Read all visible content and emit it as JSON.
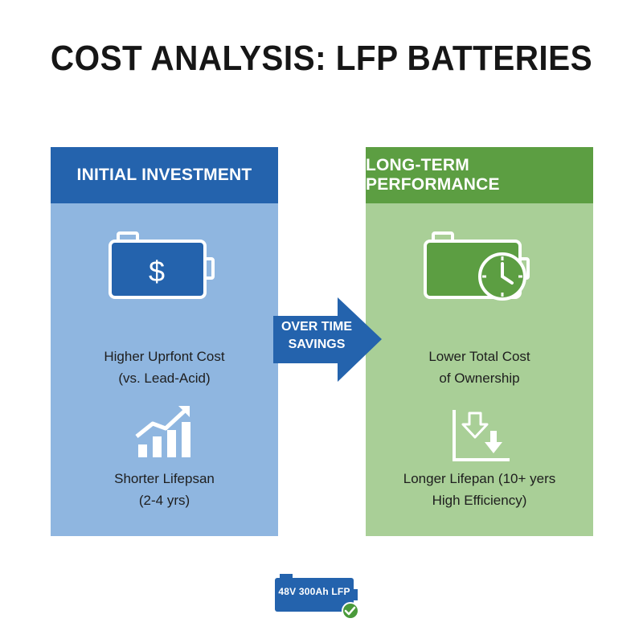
{
  "title": "COST ANALYSIS: LFP BATTERIES",
  "left_panel": {
    "heading": "INITIAL INVESTMENT",
    "icon_top": "battery-dollar-icon",
    "text_top": [
      "Higher Uprfont Cost",
      "(vs. Lead-Acid)"
    ],
    "icon_bottom": "rising-bar-chart-icon",
    "text_bottom": [
      "Shorter Lifepsan",
      "(2-4 yrs)"
    ]
  },
  "right_panel": {
    "heading": "LONG-TERM PERFORMANCE",
    "icon_top": "battery-clock-icon",
    "text_top": [
      "Lower Total Cost",
      "of Ownership"
    ],
    "icon_bottom": "falling-chart-icon",
    "text_bottom": [
      "Longer Lifepan (10+ yers",
      "High Efficiency)"
    ]
  },
  "arrow": {
    "lines": [
      "OVER TIME",
      "SAVINGS"
    ]
  },
  "badge": {
    "label": "48V 300Ah LFP",
    "icon": "check-circle-icon"
  },
  "colors": {
    "blue_dark": "#2463ad",
    "blue_light": "#8fb6e0",
    "green_dark": "#5c9e42",
    "green_light": "#a9cf97",
    "check_green": "#4a9a3a"
  }
}
